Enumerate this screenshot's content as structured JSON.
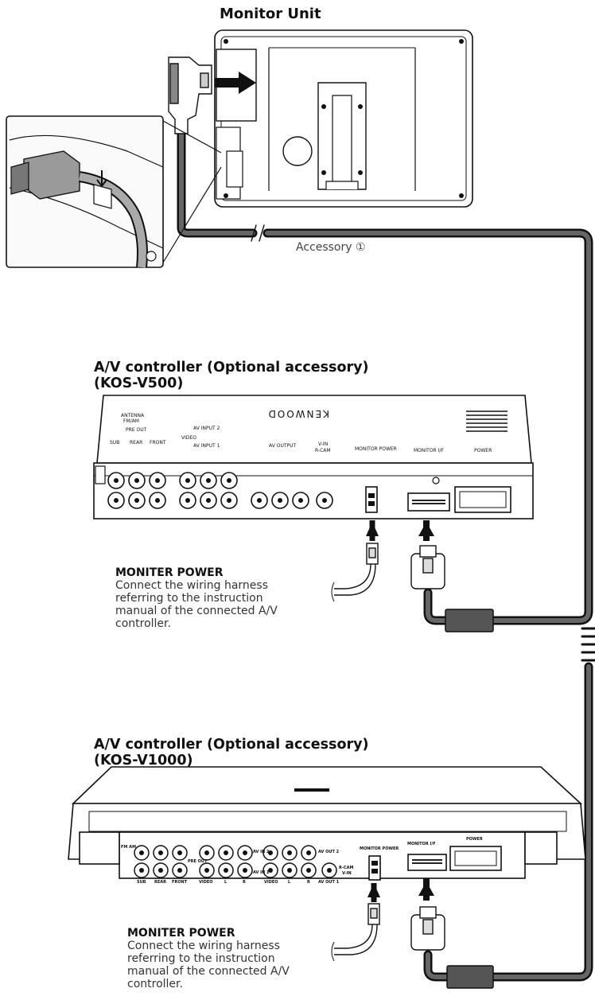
{
  "titles": {
    "monitor_unit": "Monitor Unit",
    "v500_line1": "A/V controller (Optional accessory)",
    "v500_line2": "(KOS-V500)",
    "v1000_line1": "A/V controller (Optional accessory)",
    "v1000_line2": "(KOS-V1000)"
  },
  "cable": {
    "accessory_label": "Accessory ①"
  },
  "notes": {
    "v500": {
      "title": "MONITER POWER",
      "lines": [
        "Connect the wiring harness",
        "referring to the instruction",
        "manual of the connected A/V",
        "controller."
      ]
    },
    "v1000": {
      "title": "MONITER POWER",
      "lines": [
        "Connect the wiring harness",
        "referring to the instruction",
        "manual of the connected A/V",
        "controller."
      ]
    }
  },
  "v500_panel": {
    "brand": "KENWOOD",
    "labels": {
      "antenna": "ANTENNA",
      "fm_am": "FM/AM",
      "pre_out": "PRE OUT",
      "sub": "SUB",
      "rear": "REAR",
      "front": "FRONT",
      "av_input2": "AV INPUT 2",
      "av_input1": "AV INPUT 1",
      "video": "VIDEO",
      "av_output": "AV OUTPUT",
      "r_cam": "R-CAM",
      "v_in": "V-IN",
      "monitor_power": "MONITOR POWER",
      "monitor_if": "MONITOR I/F",
      "power": "POWER"
    }
  },
  "v1000_panel": {
    "labels": {
      "fm_am": "FM AM",
      "sub": "SUB",
      "rear": "REAR",
      "front": "FRONT",
      "pre_out": "PRE OUT",
      "video": "VIDEO",
      "l": "L",
      "r": "R",
      "av_in2": "AV IN 2",
      "av_in1": "AV IN 1",
      "av_out2": "AV OUT 2",
      "av_out1": "AV OUT 1",
      "r_cam": "R-CAM",
      "v_in": "V-IN",
      "monitor_power": "MONITOR POWER",
      "monitor_if": "MONITOR I/F",
      "power": "POWER"
    }
  },
  "colors": {
    "cable": "#5a5a5a",
    "outline": "#111111",
    "panel_fill": "#f2f2f2",
    "text": "#111111"
  }
}
